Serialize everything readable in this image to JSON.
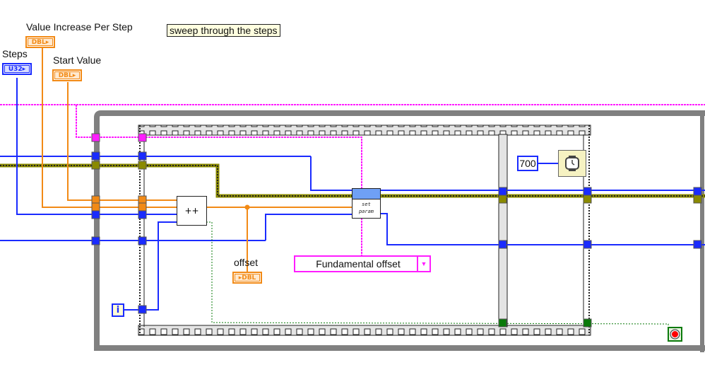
{
  "controls": {
    "value_increase": {
      "label": "Value Increase Per Step",
      "type": "DBL"
    },
    "steps": {
      "label": "Steps",
      "type": "U32"
    },
    "start_value": {
      "label": "Start Value",
      "type": "DBL"
    },
    "offset": {
      "label": "offset",
      "type": "DBL"
    }
  },
  "comment": "sweep through the steps",
  "nodes": {
    "increment": "++",
    "set_param": {
      "line1": "set",
      "line2": "param"
    },
    "wait_icon": "wait-ms-icon",
    "stop_icon": "stop-condition-icon",
    "iteration": "i"
  },
  "constants": {
    "wait_ms": "700"
  },
  "ring": {
    "selected": "Fundamental offset"
  },
  "colors": {
    "numeric_float": "#f28a16",
    "numeric_int": "#1a2bff",
    "enum_ref": "#ff1dff",
    "cluster": "#8a8a00",
    "boolean": "#0a7a0a",
    "structure_border": "#808080"
  }
}
